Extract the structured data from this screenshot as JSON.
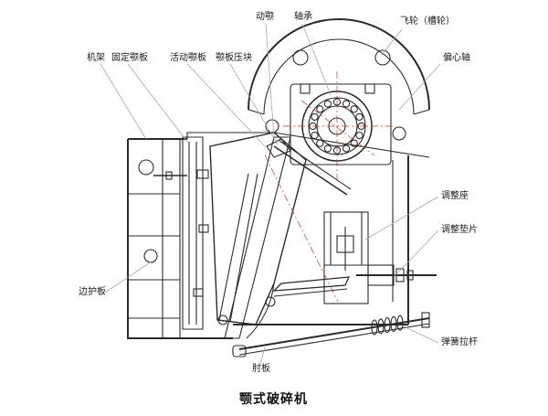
{
  "title": "颚式破碎机",
  "labels": {
    "movable_jaw": "动颚",
    "bearing": "轴承",
    "flywheel": "飞轮（槽轮）",
    "frame": "机架",
    "fixed_jaw_plate": "固定颚板",
    "movable_jaw_plate": "活动颚板",
    "jaw_plate_clamp": "颚板压块",
    "eccentric_shaft": "偏心轴",
    "adjusting_seat": "调整座",
    "adjusting_shim": "调整垫片",
    "side_guard_plate": "边护板",
    "spring_tension_rod": "弹簧拉杆",
    "toggle_plate": "肘板"
  },
  "colors": {
    "line": "#2b2b2b",
    "leader": "#9ab09a",
    "center_line": "#c0392b",
    "background": "#ffffff"
  }
}
